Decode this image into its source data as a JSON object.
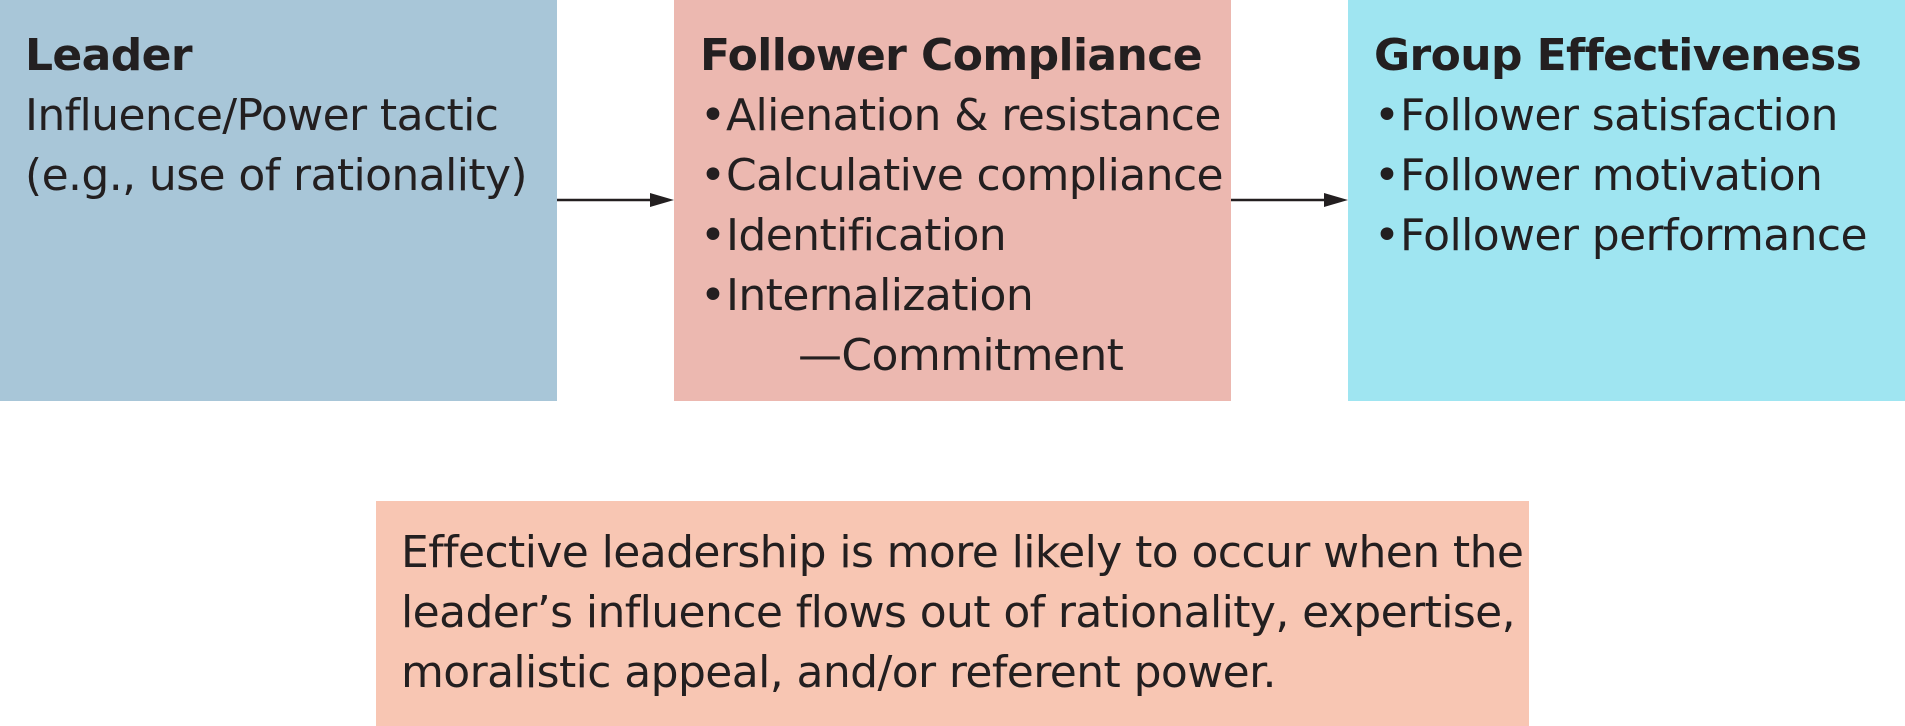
{
  "colors": {
    "leader_fill": "#a8c6d8",
    "compliance_fill": "#ecb8b0",
    "effectiveness_fill": "#9fe5f1",
    "note_fill": "#f8c6b3",
    "text": "#231f20",
    "arrow": "#231f20"
  },
  "leader": {
    "title": "Leader",
    "lines": [
      "Influence/Power tactic",
      "(e.g., use of rationality)"
    ]
  },
  "compliance": {
    "title": "Follower Compliance",
    "items": [
      "Alienation & resistance",
      "Calculative compliance",
      "Identification",
      "Internalization"
    ],
    "sub_item": "—Commitment"
  },
  "effectiveness": {
    "title": "Group Effectiveness",
    "items": [
      "Follower satisfaction",
      "Follower motivation",
      "Follower performance"
    ]
  },
  "note": {
    "lines": [
      "Effective leadership is more likely to occur when the",
      "leader’s influence flows out of rationality, expertise,",
      "moralistic appeal, and/or referent power."
    ]
  }
}
